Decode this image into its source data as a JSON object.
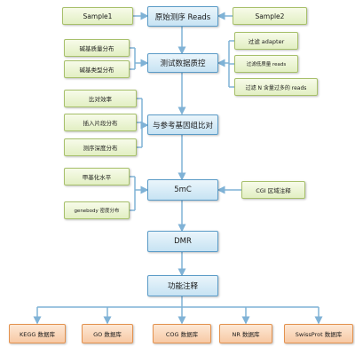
{
  "main_flow": {
    "raw_reads": "原始测序 Reads",
    "qc": "测试数据质控",
    "align": "与参考基因组比对",
    "mc": "5mC",
    "dmr": "DMR",
    "annotation": "功能注释"
  },
  "inputs": {
    "sample1": "Sample1",
    "sample2": "Sample2"
  },
  "qc_side": {
    "left": [
      "碱基质量分布",
      "碱基类型分布"
    ],
    "right": [
      "过滤 adapter",
      "过滤低质量 reads",
      "过滤 N 含量过多的 reads"
    ]
  },
  "align_side": [
    "比对效率",
    "插入片段分布",
    "测序深度分布"
  ],
  "mc_side": {
    "left": [
      "甲基化水平",
      "genebody 密度分布"
    ],
    "right": "CGI 区域注释"
  },
  "databases": [
    "KEGG 数据库",
    "GO 数据库",
    "COG 数据库",
    "NR 数据库",
    "SwissProt 数据库"
  ],
  "colors": {
    "main_fill": "#c7e3f3",
    "side_fill": "#e2efc3",
    "db_fill": "#f7c9a4",
    "line": "#7fb2d6"
  }
}
